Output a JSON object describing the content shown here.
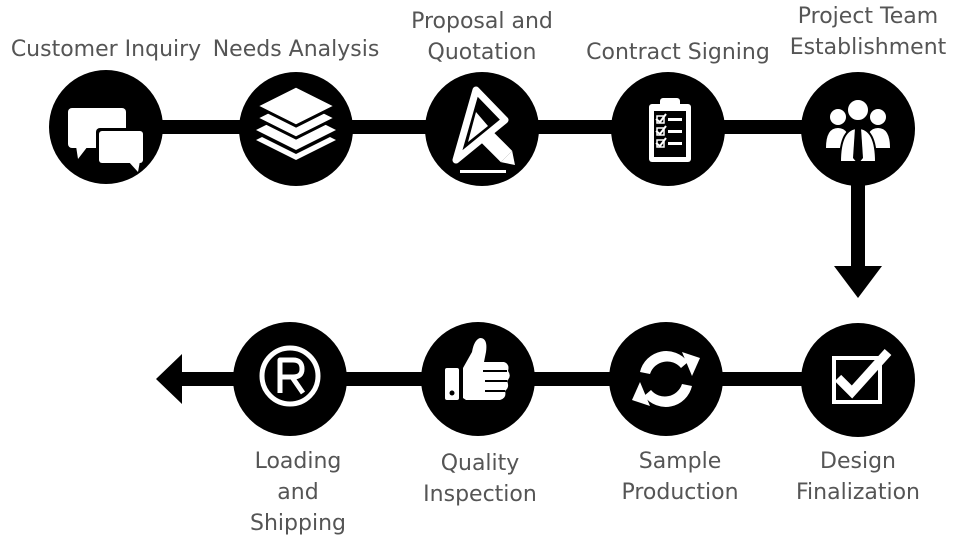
{
  "colors": {
    "shape": "#000000",
    "icon": "#ffffff",
    "label": "#555555"
  },
  "steps": [
    {
      "lines": [
        "Customer Inquiry"
      ],
      "icon": "speech-bubbles-icon"
    },
    {
      "lines": [
        "Needs Analysis"
      ],
      "icon": "layers-icon"
    },
    {
      "lines": [
        "Proposal and",
        "Quotation"
      ],
      "icon": "triangle-ruler-pencil-icon"
    },
    {
      "lines": [
        "Contract Signing"
      ],
      "icon": "clipboard-checklist-icon"
    },
    {
      "lines": [
        "Project Team",
        "Establishment"
      ],
      "icon": "team-icon"
    },
    {
      "lines": [
        "Design",
        "Finalization"
      ],
      "icon": "checkbox-icon"
    },
    {
      "lines": [
        "Sample",
        "Production"
      ],
      "icon": "refresh-arrows-icon"
    },
    {
      "lines": [
        "Quality",
        "Inspection"
      ],
      "icon": "thumbs-up-icon"
    },
    {
      "lines": [
        "Loading",
        "and",
        "Shipping"
      ],
      "icon": "registered-mark-icon"
    }
  ]
}
